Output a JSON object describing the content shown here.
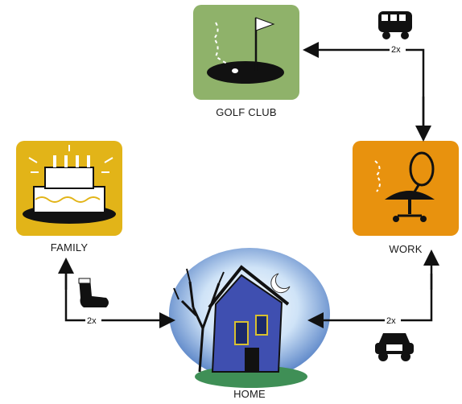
{
  "nodes": {
    "golf_club": {
      "label": "GOLF CLUB",
      "color": "#8fb26a"
    },
    "work": {
      "label": "WORK",
      "color": "#e8920e"
    },
    "family": {
      "label": "FAMILY",
      "color": "#e2b418"
    },
    "home": {
      "label": "HOME",
      "color": "#3f4fb0"
    }
  },
  "edges": [
    {
      "from": "work",
      "to": "golf_club",
      "count": "2x",
      "icon": "bus-icon"
    },
    {
      "from": "golf_club",
      "to": "work",
      "count": "",
      "icon": ""
    },
    {
      "from": "family",
      "to": "home",
      "count": "2x",
      "icon": "sock-icon"
    },
    {
      "from": "home",
      "to": "family",
      "count": "",
      "icon": ""
    },
    {
      "from": "work",
      "to": "home",
      "count": "2x",
      "icon": "car-icon"
    },
    {
      "from": "home",
      "to": "work",
      "count": "",
      "icon": ""
    }
  ],
  "colors": {
    "arrow": "#111111",
    "background": "#ffffff"
  }
}
